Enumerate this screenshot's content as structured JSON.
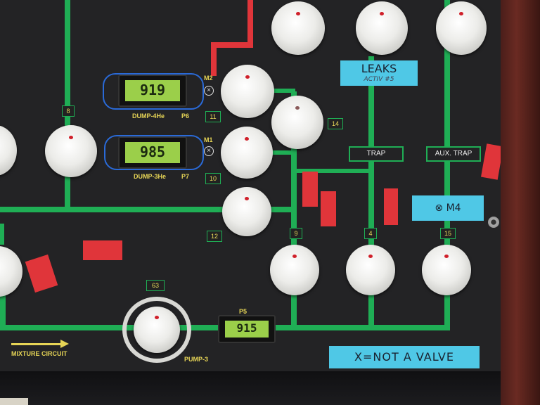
{
  "displays": {
    "p6": {
      "value": "919",
      "caption": "DUMP-4He",
      "id": "P6"
    },
    "p7": {
      "value": "985",
      "caption": "DUMP-3He",
      "id": "P7"
    },
    "p5": {
      "value": "915",
      "id": "P5"
    }
  },
  "valve_tags": {
    "m2": "M2",
    "m1": "M1",
    "v8": "8",
    "v11": "11",
    "v10": "10",
    "v14": "14",
    "v12": "12",
    "v9": "9",
    "v4": "4",
    "v15": "15",
    "v63": "63"
  },
  "labels": {
    "leaks": "LEAKS",
    "leaks_note": "ACTIV #5",
    "trap": "TRAP",
    "aux_trap": "AUX. TRAP",
    "m4": "⊗   M4",
    "mixture_circuit": "MIXTURE CIRCUIT",
    "pump3": "PUMP-3",
    "not_valve": "X=NOT A VALVE"
  },
  "colors": {
    "pipe": "#1fae55",
    "lcd": "#9bcf4a",
    "tape_blue": "#4fc8e6",
    "tape_red": "#e0353a"
  }
}
